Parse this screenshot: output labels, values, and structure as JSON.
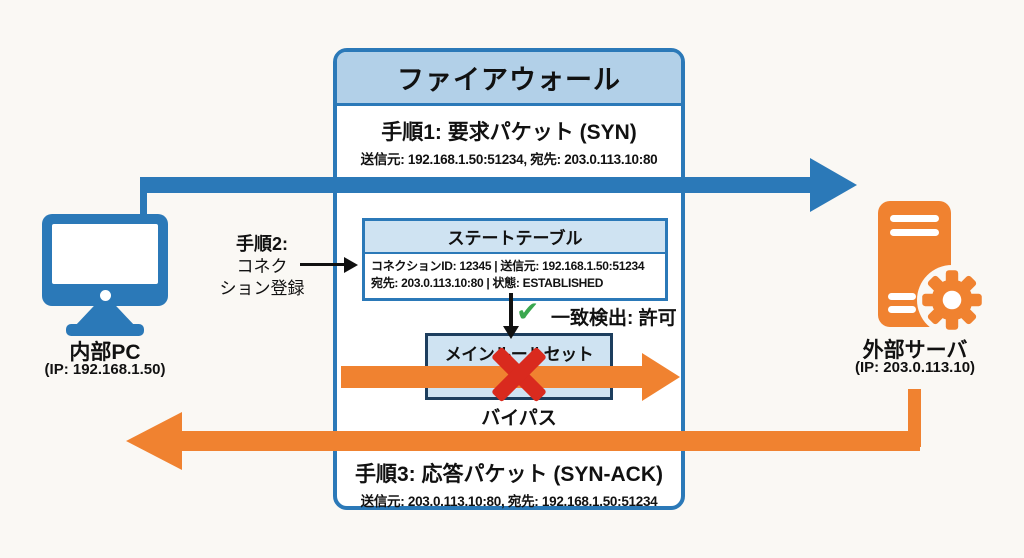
{
  "colors": {
    "blue": "#2b79b8",
    "orange": "#f08230",
    "header_blue": "#b2d0e8",
    "panel_blue": "#cfe3f2",
    "dark_border": "#1d3e5e",
    "red": "#d92a1e",
    "green": "#3aa74e",
    "background": "#faf8f4"
  },
  "firewall": {
    "title": "ファイアウォール"
  },
  "step1": {
    "title": "手順1: 要求パケット (SYN)",
    "detail": "送信元: 192.168.1.50:51234, 宛先: 203.0.113.10:80"
  },
  "step2": {
    "line1": "手順2:",
    "line2": "コネク",
    "line3": "ション登録"
  },
  "state_table": {
    "title": "ステートテーブル",
    "row1": "コネクションID: 12345 | 送信元: 192.168.1.50:51234",
    "row2": "宛先: 203.0.113.10:80 | 状態: ESTABLISHED"
  },
  "match": {
    "check": "✔",
    "label": "一致検出: 許可"
  },
  "ruleset": {
    "title": "メインルールセット",
    "bypass": "バイパス"
  },
  "step3": {
    "title": "手順3: 応答パケット (SYN-ACK)",
    "detail": "送信元: 203.0.113.10:80, 宛先: 192.168.1.50:51234"
  },
  "internal_pc": {
    "label": "内部PC",
    "ip": "(IP: 192.168.1.50)"
  },
  "external_server": {
    "label": "外部サーバ",
    "ip": "(IP: 203.0.113.10)"
  }
}
